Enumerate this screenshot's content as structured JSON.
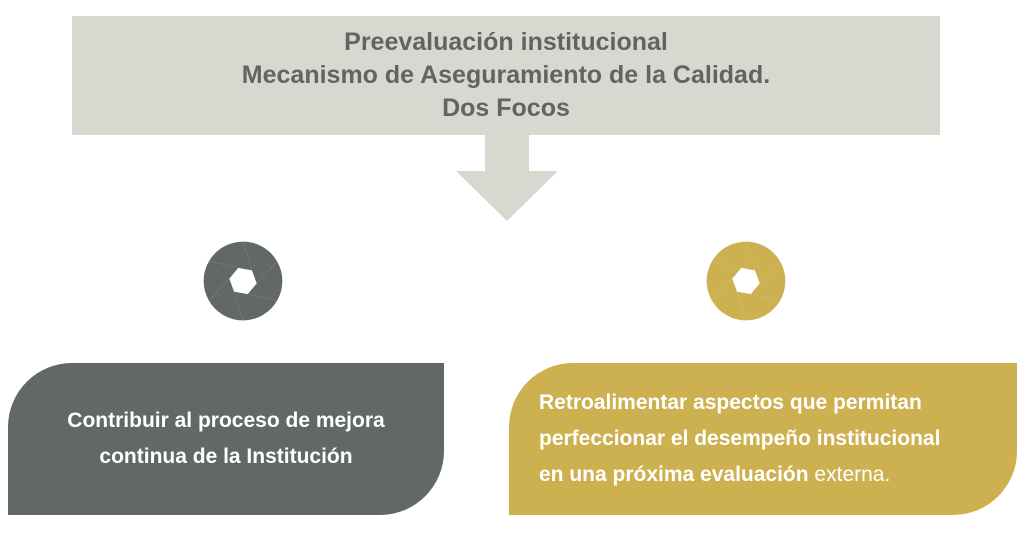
{
  "header": {
    "line1": "Preevaluación institucional",
    "line2": "Mecanismo de Aseguramiento de la Calidad.",
    "line3": "Dos Focos"
  },
  "colors": {
    "header_bg": "#d8d8d1",
    "header_text": "#5f6660",
    "arrow": "#d8d8d1",
    "left_focus": "#626964",
    "right_focus": "#cdb050"
  },
  "icons": {
    "left": "aperture-icon",
    "right": "aperture-icon"
  },
  "focus_left": {
    "line1": "Contribuir al proceso de mejora",
    "line2": "continua de la Institución"
  },
  "focus_right": {
    "line1": "Retroalimentar aspectos que permitan",
    "line2": "perfeccionar el desempeño institucional",
    "line3_bold": "en una próxima evaluación",
    "line3_normal": " externa."
  }
}
